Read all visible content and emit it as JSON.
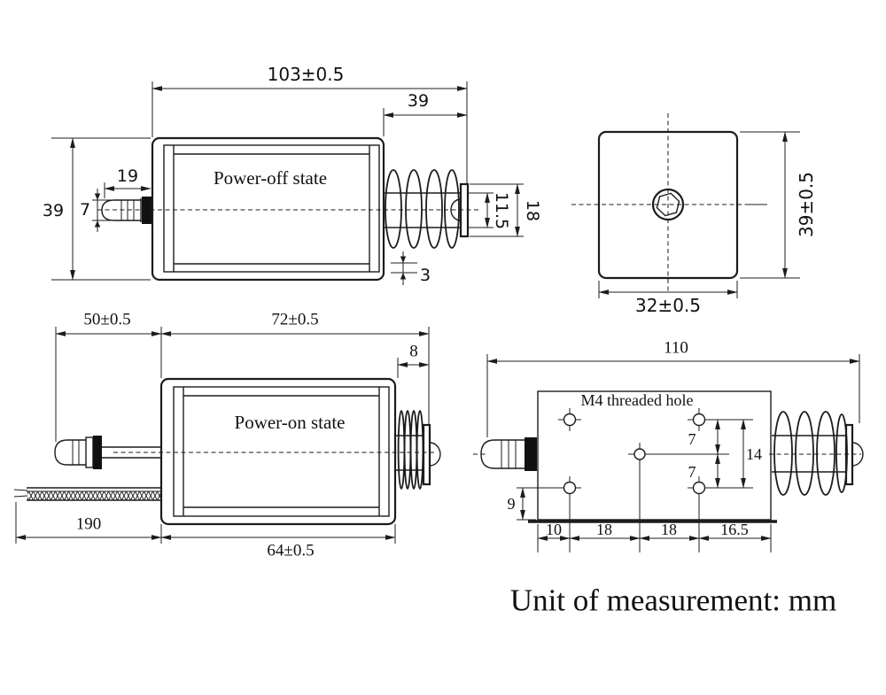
{
  "power_off": {
    "state_label": "Power-off state",
    "dim_total_width": "103±0.5",
    "dim_spring_section": "39",
    "dim_plunger_length": "19",
    "dim_body_height": "39",
    "dim_plunger_diameter": "7",
    "dim_rod_diameter": "11.5",
    "dim_plate_height": "18",
    "dim_wall_thickness": "3"
  },
  "end_view": {
    "dim_height": "39±0.5",
    "dim_width": "32±0.5"
  },
  "power_on": {
    "state_label": "Power-on state",
    "dim_stroke": "50±0.5",
    "dim_top_length": "72±0.5",
    "dim_spring_compressed": "8",
    "dim_wire_length": "190",
    "dim_bottom_length": "64±0.5"
  },
  "bottom_view": {
    "hole_label": "M4 threaded hole",
    "dim_total_length": "110",
    "dim_hole_offset_top": "7",
    "dim_hole_span": "14",
    "dim_hole_offset_bottom": "7",
    "dim_edge_offset": "9",
    "dim_seg_1": "10",
    "dim_seg_2": "18",
    "dim_seg_3": "18",
    "dim_seg_4": "16.5"
  },
  "footer": {
    "unit_note": "Unit of measurement: mm"
  },
  "colors": {
    "line": "#1c1c1c",
    "background": "#ffffff"
  }
}
